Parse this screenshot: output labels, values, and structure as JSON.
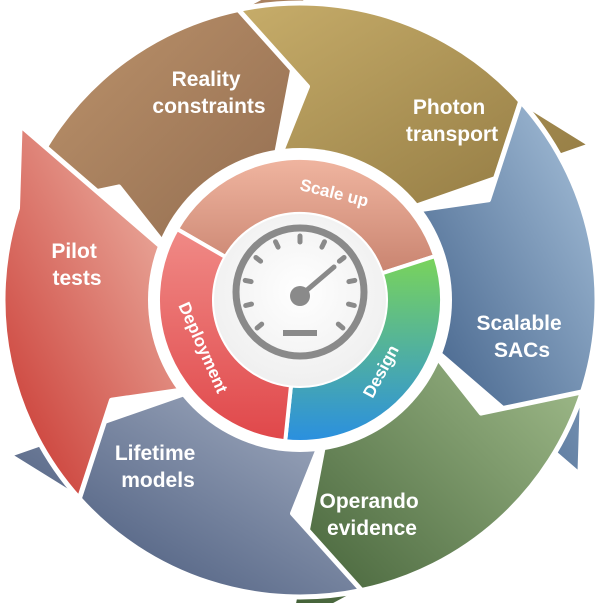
{
  "outer_cycle": [
    {
      "key": "reality",
      "lines": [
        "Reality",
        "constraints"
      ],
      "color": "#b98c6a"
    },
    {
      "key": "photon",
      "lines": [
        "Photon",
        "transport"
      ],
      "color": "#b49a5c"
    },
    {
      "key": "sacs",
      "lines": [
        "Scalable",
        "SACs"
      ],
      "color": "#587aa0"
    },
    {
      "key": "operando",
      "lines": [
        "Operando",
        "evidence"
      ],
      "color": "#6f8d5c"
    },
    {
      "key": "lifetime",
      "lines": [
        "Lifetime",
        "models"
      ],
      "color": "#6f7d98"
    },
    {
      "key": "pilot",
      "lines": [
        "Pilot",
        "tests"
      ],
      "color": "#d9736a"
    }
  ],
  "inner_ring": [
    {
      "key": "scale",
      "label": "Scale up",
      "color": "#d99a86"
    },
    {
      "key": "design",
      "label": "Design",
      "color": "#3aa9d6"
    },
    {
      "key": "deployment",
      "label": "Deployment",
      "color": "#e3605e"
    }
  ],
  "center_icon": "speedometer-icon"
}
